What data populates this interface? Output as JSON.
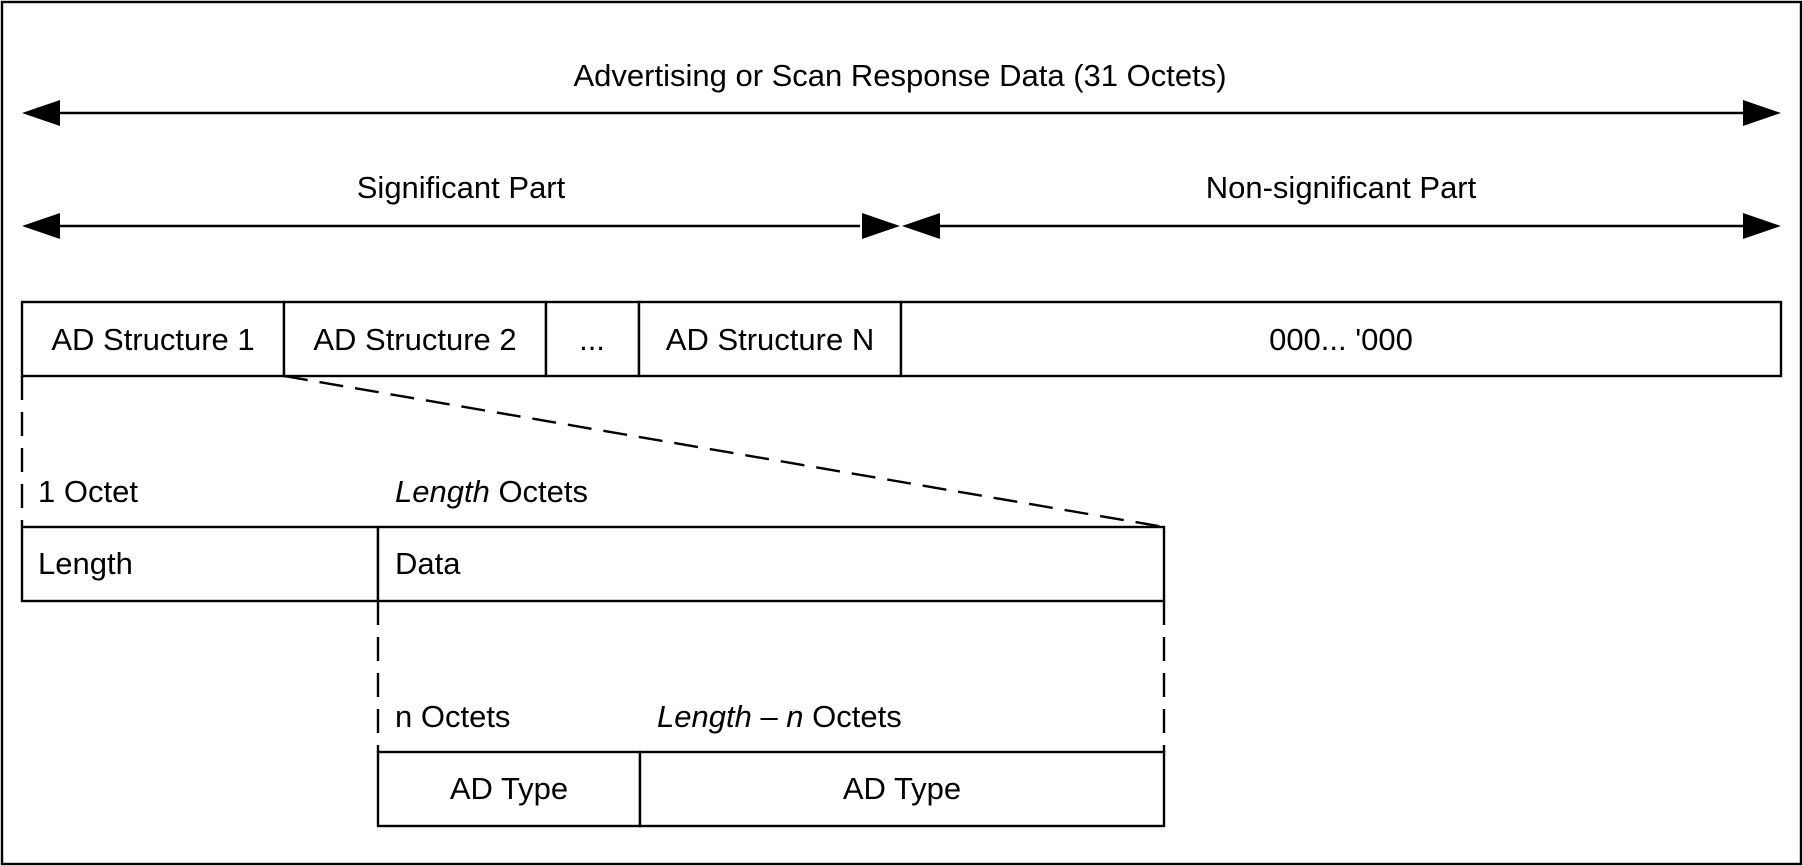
{
  "diagram": {
    "top_label": "Advertising or Scan Response Data (31 Octets)",
    "significant_label": "Significant Part",
    "nonsignificant_label": "Non-significant Part",
    "row1": {
      "ad_structure_1": "AD Structure 1",
      "ad_structure_2": "AD Structure 2",
      "ellipsis": "...",
      "ad_structure_n": "AD Structure N",
      "padding": "000... '000"
    },
    "row2": {
      "octet_1_label": "1 Octet",
      "length_octets_italic": "Length",
      "length_octets_rest": " Octets",
      "length_cell": "Length",
      "data_cell": "Data"
    },
    "row3": {
      "n_octets_label": "n Octets",
      "length_minus_n_italic_1": "Length",
      "length_minus_n_dash": " – ",
      "length_minus_n_italic_2": "n",
      "length_minus_n_rest": " Octets",
      "ad_type_1": "AD Type",
      "ad_type_2": "AD Type"
    }
  }
}
